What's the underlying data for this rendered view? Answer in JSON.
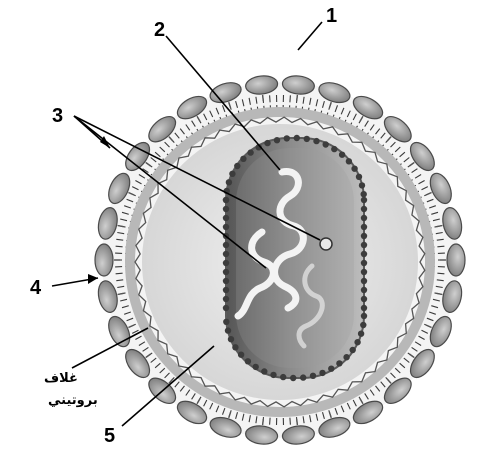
{
  "diagram": {
    "labels": {
      "n1": "1",
      "n2": "2",
      "n3": "3",
      "n4": "4",
      "n5": "5",
      "protein_envelope_line1": "غلاف",
      "protein_envelope_line2": "بروتيني"
    },
    "colors": {
      "background": "#ffffff",
      "spike": "#8f8f8f",
      "spike_stroke": "#4a4a4a",
      "membrane": "#5a5a5a",
      "matrix": "#c2c2c2",
      "interior": "#e6e6e6",
      "capsid": "#6e6e6e",
      "bead": "#3c3c3c",
      "rna": "#f2f2f2",
      "leader": "#000000"
    }
  }
}
